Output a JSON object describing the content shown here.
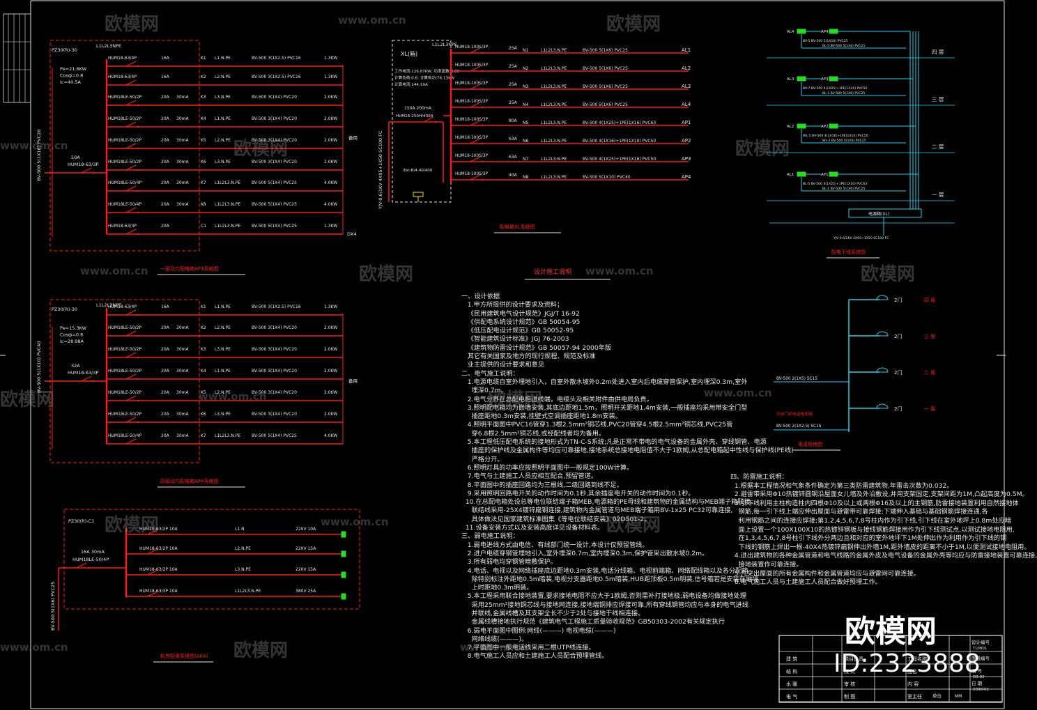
{
  "watermark": {
    "brand": "欧模网",
    "url": "www.om.cn",
    "id": "ID:2323888"
  },
  "panel_ap3": {
    "incoming": "BV-500 5(1X16) PVC20",
    "breaker_label": "PZ30(R)-30",
    "phase": "L1L2L3NPE",
    "params": [
      "Pe=21.6KW",
      "Cosф=0.8",
      "Ic=40.5A"
    ],
    "main_breaker": [
      "50A",
      "HUM18-63/3P"
    ],
    "spare": "备用",
    "title": "一层动力配电箱AP3系统图",
    "rows": [
      {
        "brk": "HUM18-63/4P",
        "set": "16A",
        "rcd": "",
        "id": "K1",
        "ph": "L1.N.PE",
        "cable": "BV-500 3(1X2.5) PVC16",
        "kw": "1.3KW"
      },
      {
        "brk": "HUM18-63/4P",
        "set": "16A",
        "rcd": "",
        "id": "K2",
        "ph": "L2.N.PE",
        "cable": "BV-500 3(1X2.5) PVC16",
        "kw": "1.3KW"
      },
      {
        "brk": "HUM18LE-50/2P",
        "set": "20A",
        "rcd": "30mA",
        "id": "K3",
        "ph": "L3.N.PE",
        "cable": "BV-500 3(1X4) PVC20",
        "kw": "2.0KW"
      },
      {
        "brk": "HUM18LE-50/2P",
        "set": "20A",
        "rcd": "30mA",
        "id": "K4",
        "ph": "L1.N.PE",
        "cable": "BV-500 3(1X4) PVC20",
        "kw": "2.0KW"
      },
      {
        "brk": "HUM18LE-50/2P",
        "set": "20A",
        "rcd": "30mA",
        "id": "K5",
        "ph": "L2.N.PE",
        "cable": "BV-500 3(1X4) PVC20",
        "kw": "2.0KW"
      },
      {
        "brk": "HUM18LE-50/2P",
        "set": "20A",
        "rcd": "30mA",
        "id": "K6",
        "ph": "L3.N.PE",
        "cable": "BV-500 3(1X4) PVC20",
        "kw": "2.0KW"
      },
      {
        "brk": "HUM18LE-50/4P",
        "set": "20A",
        "rcd": "30mA",
        "id": "K7",
        "ph": "L1L2L3.N.PE",
        "cable": "BV-500 5(1X4) PVC25",
        "kw": "4.0KW"
      },
      {
        "brk": "HUM18LE-50/4P",
        "set": "20A",
        "rcd": "30mA",
        "id": "K8",
        "ph": "L1L2L3.N.PE",
        "cable": "BV-500 5(1X4) PVC25",
        "kw": "4.0KW"
      },
      {
        "brk": "HUM18-63/3P",
        "set": "20A",
        "rcd": "",
        "id": "C1",
        "ph": "L1L2L3.N.PE",
        "cable": "BV-500 5(1X4) PVC25",
        "kw": "1.3KW"
      }
    ],
    "last_out": "DX4"
  },
  "panel_ap4": {
    "incoming": "BV-500 5(1X10) PVC40",
    "breaker_label": "PZ30(R)-30",
    "phase": "L1L2L3NPE",
    "params": [
      "Pe=15.3KW",
      "Cosф=0.8",
      "Ic=28.98A"
    ],
    "main_breaker": [
      "32A",
      "HUM18-63/3P"
    ],
    "spare": "备用",
    "title": "四层动力配电箱AP4系统图",
    "rows": [
      {
        "brk": "HUM18-63/4P",
        "set": "16A",
        "rcd": "",
        "id": "K1",
        "ph": "L1.N.PE",
        "cable": "BV-500 3(1X2.5) PVC16",
        "kw": "1.3KW"
      },
      {
        "brk": "HUM18LE-50/2P",
        "set": "20A",
        "rcd": "30mA",
        "id": "K2",
        "ph": "L2.N.PE",
        "cable": "BV-500 3(1X4) PVC20",
        "kw": "2.0KW"
      },
      {
        "brk": "HUM18LE-50/2P",
        "set": "20A",
        "rcd": "30mA",
        "id": "K3",
        "ph": "L3.N.PE",
        "cable": "BV-500 3(1X4) PVC20",
        "kw": "2.0KW"
      },
      {
        "brk": "HUM18LE-50/2P",
        "set": "20A",
        "rcd": "30mA",
        "id": "K4",
        "ph": "L1.N.PE",
        "cable": "BV-500 3(1X4) PVC20",
        "kw": "2.0KW"
      },
      {
        "brk": "HUM18LE-50/2P",
        "set": "20A",
        "rcd": "30mA",
        "id": "K5",
        "ph": "L2.N.PE",
        "cable": "BV-500 3(1X4) PVC20",
        "kw": "2.0KW"
      },
      {
        "brk": "HUM18LE-50/2P",
        "set": "20A",
        "rcd": "30mA",
        "id": "K6",
        "ph": "L3.N.PE",
        "cable": "BV-500 3(1X4) PVC20",
        "kw": "2.0KW"
      },
      {
        "brk": "HUM18LE-50/4P",
        "set": "20A",
        "rcd": "30mA",
        "id": "K7",
        "ph": "L1L2L3.N.PE",
        "cable": "BV-500 5(1X4) PVC25",
        "kw": "4.0KW"
      }
    ]
  },
  "panel_ac": {
    "incoming": "BV-500 5(1X6) PVC25",
    "breaker_label": "PZ30(R)-C1",
    "main_breaker": [
      "16A",
      "30mA",
      "HUM18LE-50/4P"
    ],
    "title": "机房配电系统图(AK4)",
    "rows": [
      {
        "brk": "HUM18-63/2P",
        "set": "10A",
        "ph": "L1.N",
        "rating": "220V 10A"
      },
      {
        "brk": "HUM18-63/2P",
        "set": "10A",
        "ph": "L2.N.PE",
        "rating": "220V 15A"
      },
      {
        "brk": "HUM18-63/2P",
        "set": "10A",
        "ph": "L3.N.PE",
        "rating": "220V 15A"
      },
      {
        "brk": "HUM18-63/3P",
        "set": "10A",
        "ph": "L1L2L3.N.PE",
        "rating": "380V 25A"
      }
    ]
  },
  "panel_xl": {
    "name": "XL(箱)",
    "phase": "L1L2L3NPE",
    "params": [
      "工作电流:126.87KW; 功率因数:0.80",
      "计算负荷:0.6; 计算有功:76.13KW",
      "计算电流:144.19A"
    ],
    "main_breaker": [
      "150A",
      "200mA",
      "HUM18-250H/4300"
    ],
    "spd": "3bc-B/4-40/400",
    "incoming": "YJV-0.6/1KV 4X95+1X50 SC100 FC",
    "title": "配电箱XL系统图",
    "rows": [
      {
        "brk": "HUM18-100S/3P",
        "set": "25A",
        "id": "N1",
        "ph": "L1L2L3.N.PE",
        "cable": "BV-500 5(1X6) PVC25",
        "out": "AL1"
      },
      {
        "brk": "HUM18-100S/3P",
        "set": "25A",
        "id": "N2",
        "ph": "L1L2L3.N.PE",
        "cable": "BV-500 5(1X6) PVC25",
        "out": "AL2"
      },
      {
        "brk": "HUM18-100S/3P",
        "set": "25A",
        "id": "N3",
        "ph": "L1L2L3.N.PE",
        "cable": "BV-500 5(1X6) PVC25",
        "out": "AL3"
      },
      {
        "brk": "HUM18-100S/3P",
        "set": "25A",
        "id": "N4",
        "ph": "L1L2L3.N.PE",
        "cable": "BV-500 5(1X6) PVC25",
        "out": "AL4"
      },
      {
        "brk": "HUM18-100S/3P",
        "set": "80A",
        "id": "N5",
        "ph": "L1L2L3.N.PE",
        "cable": "BV-500 4(1X25)+1PE(1X16) PVC63",
        "out": "AP1"
      },
      {
        "brk": "HUM18-100S/3P",
        "set": "63A",
        "id": "N6",
        "ph": "L1L2L3.N.PE",
        "cable": "BV-500 4(1X16)+1PE(1X10) PVC50",
        "out": "AP2"
      },
      {
        "brk": "HUM18-100S/3P",
        "set": "63A",
        "id": "N7",
        "ph": "L1L2L3.N.PE",
        "cable": "BV-500 4(1X25)+1PE(1X16) PVC50",
        "out": "AP3"
      },
      {
        "brk": "HUM18-100S/3P",
        "set": "40A",
        "id": "N8",
        "ph": "L1L2L3.N.PE",
        "cable": "BV-500 5(1X10) PVC40",
        "out": "AP4"
      }
    ]
  },
  "riser": {
    "title": "配电干线系统图",
    "floors": [
      {
        "label": "四 层",
        "al": "AL4",
        "ap": "AP4",
        "c1": "BV-5 BV-500 5(1X10) PVC25",
        "c2": "BL-5 BV-500 5(1X6) PVC25"
      },
      {
        "label": "三 层",
        "al": "AL3",
        "ap": "AP3",
        "c1": "BV-7 BV-500 4(1X25)+1PE(1X16) PVC50",
        "c2": "BL-3 BV-500 5(1X6) PVC25"
      },
      {
        "label": "二 层",
        "al": "AL2",
        "ap": "AP2",
        "c1": "WL-5 BV-500 4(1X16)+1PE(1X10) PVC50",
        "c2": "WL-2 BV-500 5(1X6) PVC25"
      },
      {
        "label": "一 层",
        "al": "AL1",
        "ap": "AP1",
        "c1": "BL-5 BV-500 4(1X25)+1PE(1X16) PVC63",
        "c2": "BL-1 BV-500 5(1X6) PVC25"
      }
    ],
    "main_box": "电源箱(XL)",
    "incoming": "YJV-0.6/1KV 4X95+1X50 SC100 FC"
  },
  "phone": {
    "title": "电话系统图",
    "rows": [
      {
        "n": "2门",
        "f": "四 层"
      },
      {
        "n": "2门",
        "f": "三 层"
      },
      {
        "n": "2门",
        "f": "二 层"
      },
      {
        "n": "2门",
        "f": "一 层"
      }
    ],
    "cable1": "BV-500 2(1X5) SC15",
    "cable2": "BV-500 2(1X2.5) SC15",
    "box": "引自门前电话电缆箱"
  },
  "notes": {
    "title": "设计施工说明",
    "left": "一、设计依据\n   1.甲方所提供的设计要求及资料；\n   《民用建筑电气设计规范》JGJ/T 16-92\n   《供配电系统设计规范》GB 50054-95\n   《低压配电设计规范》GB 50052-95\n   《智能建筑设计标准》JGJ 76-2003\n   《建筑物防雷设计规范》GB 50057-94 2000年版\n   其它有关国家及地方的现行规程、规范及标准\n   业主提供的设计要求和意见\n二、电气施工说明：\n   1.电源电缆自室外埋地引入，自室外散水坡外0.2m处进入室内后电缆穿管保护,室内埋深0.3m,室外\n     埋深0.7m。\n   2.电气分界在总配电柜进线端，电缆头及相关附件由供电局负责。\n   3.照明配电箱均为嵌墙安装,其底边距地1.5m，照明开关距地1.4m安装,一般插座均采用带安全门型\n     插座距地0.3m安装,挂壁式空调插座距地1.8m安装。\n   4.照明平面图中PVC16管穿1.3根2.5mm²铜芯线,PVC20管穿4.5根2.5mm²铜芯线,PVC25管\n     穿6.8根2.5mm²铜芯线,或经配线者均为备用。\n   5.本工程低压配电系统的接地形式为TN-C-S系统;凡是正常不带电的电气设备的金属外壳、穿线钢管、电源\n     插座的保护线及金属构件等均应可靠接地,接地系统总接地电阻值不大于1欧姆,从总配电箱起中性线与保护线(PE线)\n     严格分开。\n   6.照明灯具的功率应按照明平面图中一般规定100W计算。\n   7.电气与土建施工人员应相互配合,预留管道。\n   8.平面图中的插座回路均为三根线,二级回路到线不足。\n   9.采用照明回路电开关的动作时间为0.1秒,其余插座电开关的动作时间为0.1秒。\n  10.在总配电箱处设总等电位联结端子箱MEB,电源箱的PE母线和建筑物的金属结构与MEB端子箱联接。\n     联结线采用-25X4镀锌扁钢连接,建筑物内金属管道与MEB端子箱用BV-1x25 PC32可靠连接,\n     具体做法见国家建筑标准图集《等电位联结安装》02D501-2。\n  11.设备安装方式以及安装高度详见设备材料表。\n三、弱电施工说明：\n   1.弱电进线方式由电信、有线部门统一设计,本设计仅预留管线。\n   2.进户电缆穿钢管埋地引入,室外埋深0.7m,室内埋深0.3m,保护管采出散水坡0.2m。\n   3.所有弱电均穿钢管暗敷保护。\n   4.电话、电视以及网络插座底边距地0.3m安装,电话分线箱、电视前端箱、网络配线箱以及各分配箱\n     除特别标注外距地0.5m暗装,电视分支器距地0.5m暗装,HUB距顶板0.5m明装,信号箱若是安装在地坪\n     上时距地0.3m明装。\n   5.本工程采用联合接地装置,要求接地电阻不应大于1欧姆,否则需补打接地极;弱电设备均做接地处理\n     采用25mm²接地铜芯线与接地网连接,接地端铜排应焊接可靠,所有穿线钢管均应与本身的电气进线\n     并联线,金属线槽及其支架全长不少于2处与接地干线相连接。\n     金属线槽接地执行规范《建筑电气工程施工质量验收规范》GB50303-2002有关规定执行\n   6.弱电平面图中图例:网线(———) 电视电缆(———)\n     网络线缆(———)。\n   7.平面图中一般电话线采用二根UTP线连接。\n   8.电气施工人员应和土建施工人员配合预埋管线。",
    "right": "四、防雷施工说明：\n  1.根据本工程情况和气象条件确定为第三类防雷建筑物,年雷击次数为0.032。\n  2.避雷带采用Φ10热镀锌圆钢沿屋面女儿墙及外沿敷设,并用支架固定,支架间距为1M,凸起高度为0.5M。\n  3.引下线利用主柱构造柱内四根Φ10及以上或两根Φ16及以上的主钢筋,防雷接地装置利用自然接地体\n    钢筋,每一引下线上端应伸出屋面与避雷带可靠焊接;下端伸入基础与基础钢筋焊接连通,各\n    利用钢筋之间的连接应焊接;第1,2,4,5,6,7,8号柱内作为引下线,引下线在室外地坪上0.8m处应暗\n    面上设置一个100X100X10的热镀锌钢板与接线钢筋焊接用作为引下线测试点,以测试接地电阻用,\n    在1,3,4,5,6,7,8号柱引下线外分两边且和对应的室外地坪下1M处伸出作为利用作为引下线的钢\n    下线的钢筋上焊出一根-40X4热镀锌扁钢伸出外墙1M,距外墙皮的距离不小于1M,以便测试接地电阻用。\n  4.进出建筑物的各种金属管道和电气线路的金属外皮及电气设备的金属外壳等均应与防雷接地装置可靠连接,\n    接地装置作可靠连接。\n  5.凡突出屋面的所有金属构件和金属管道均应与避雷网可靠连接。\n  6.电气施工人员与土建施工人员配合做好预埋工作。"
  },
  "title_block": {
    "rows": [
      [
        "建 筑",
        "项目负责",
        "",
        "工程名称"
      ],
      [
        "结 构",
        "校 对",
        "",
        "图名"
      ],
      [
        "水 暖",
        "审 核",
        "",
        "内 容"
      ],
      [
        "电 气",
        "制 图",
        "",
        "室主任"
      ]
    ],
    "right_labels": [
      "设计编号",
      "图纸编号",
      "图 号",
      "日 期"
    ],
    "right_values": [
      "TL0801",
      "",
      "DS-02",
      "2008-01"
    ],
    "unit_label": "单位",
    "unit_value": "MM"
  }
}
